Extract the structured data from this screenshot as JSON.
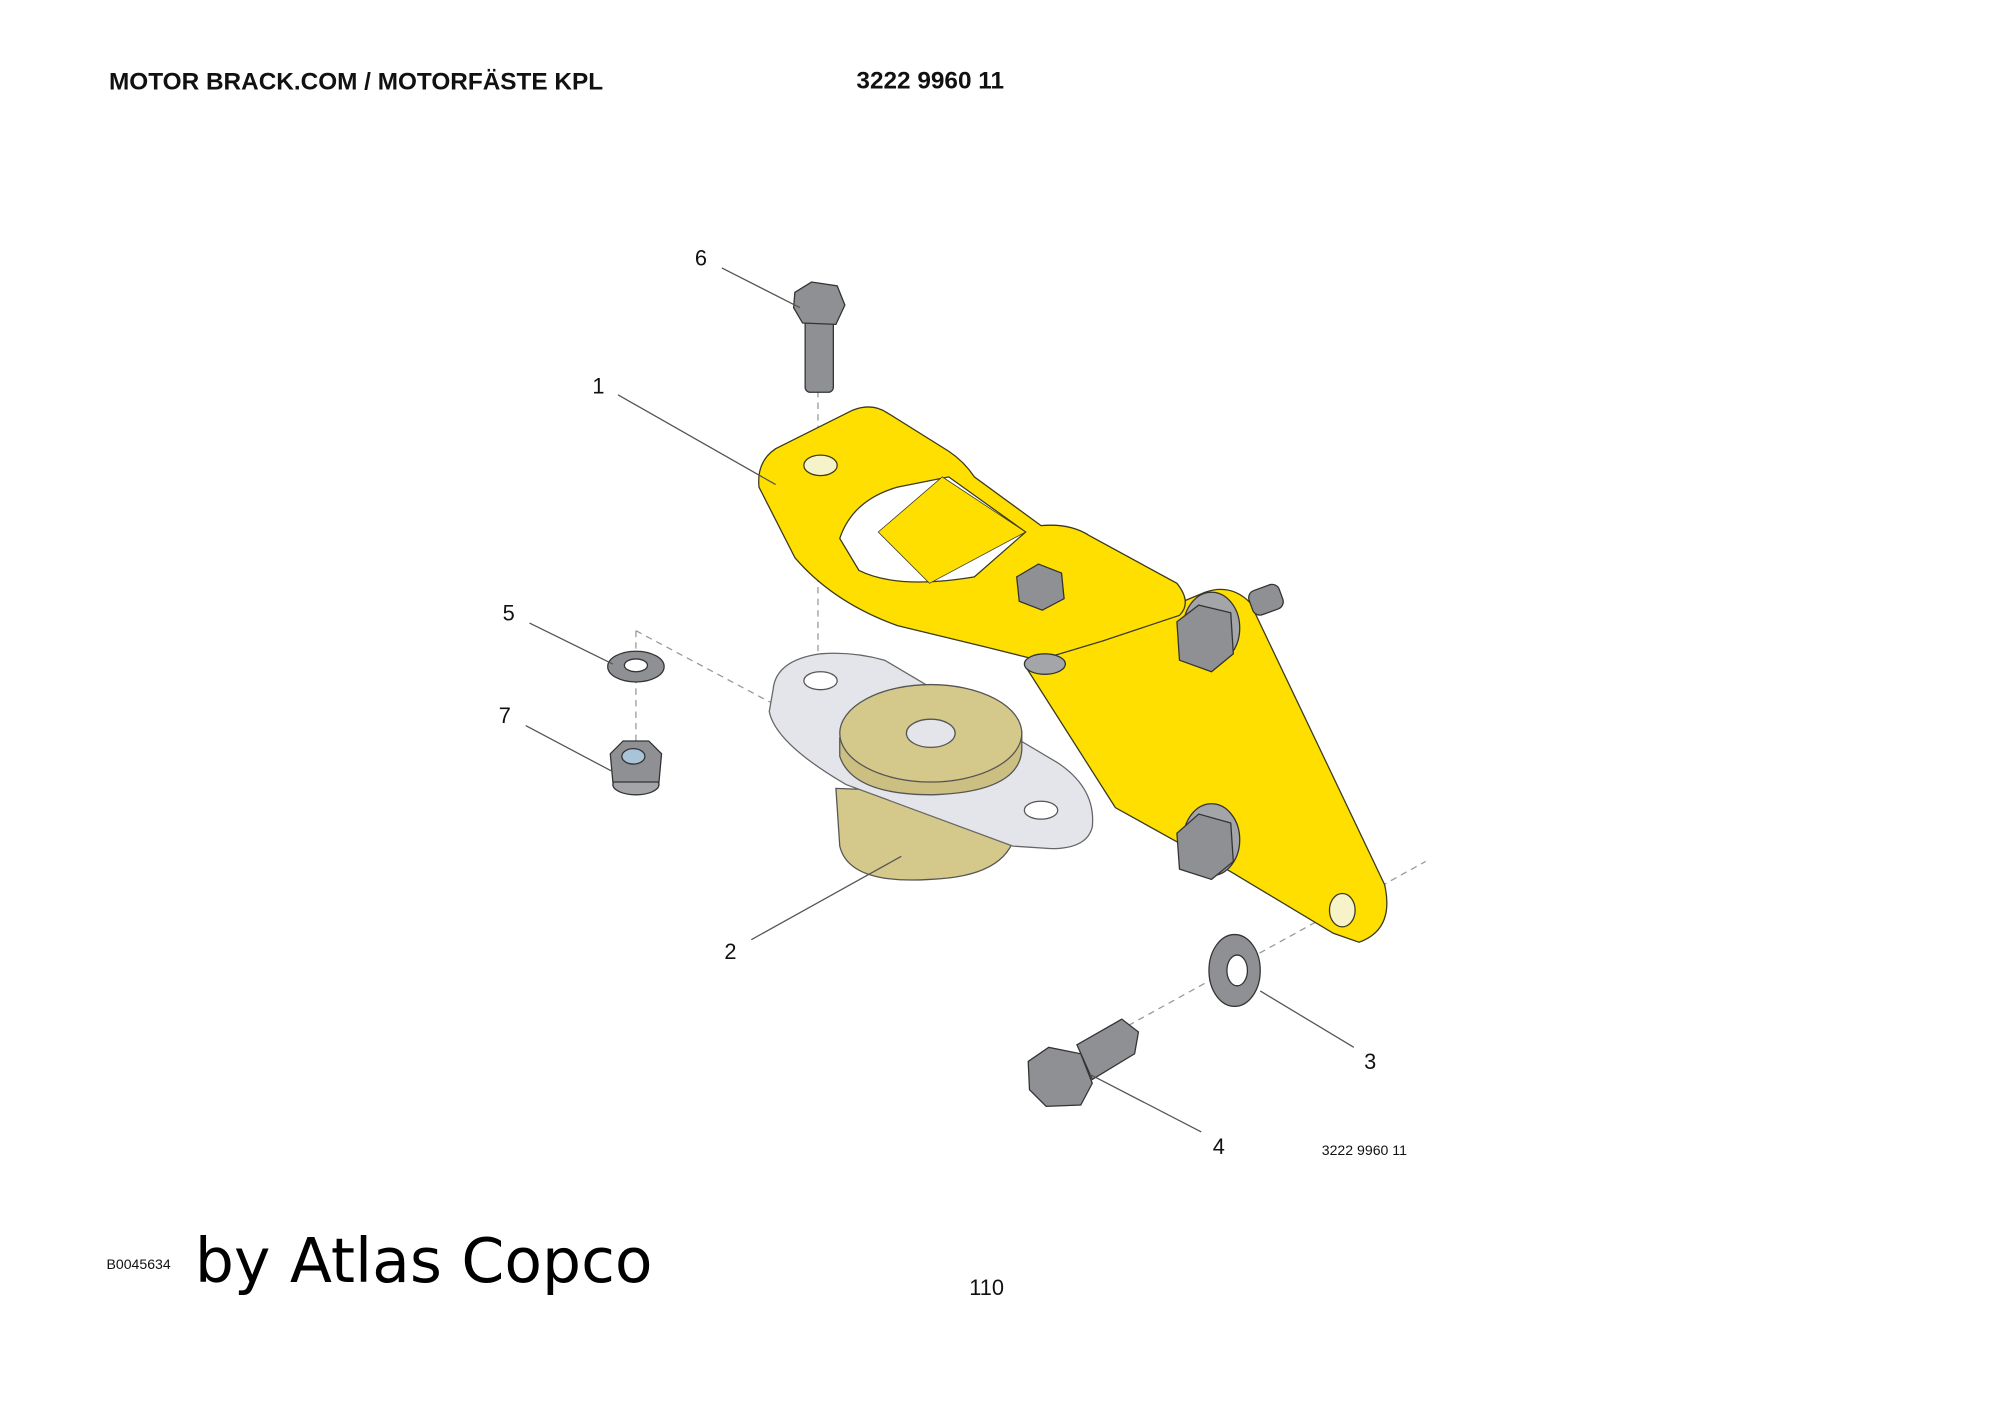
{
  "header": {
    "title": "MOTOR BRACK.COM / MOTORFÄSTE KPL",
    "part_number": "3222 9960 11"
  },
  "diagram": {
    "callouts": [
      "1",
      "2",
      "3",
      "4",
      "5",
      "6",
      "7"
    ],
    "drawing_number": "3222 9960 11",
    "colors": {
      "bracket": "#ffdf00",
      "rubber": "#d4c88a",
      "plate": "#e4e5ea",
      "hardware": "#8f9093"
    }
  },
  "footer": {
    "image_id": "B0045634",
    "brand": "by Atlas Copco",
    "page_number": "110"
  }
}
